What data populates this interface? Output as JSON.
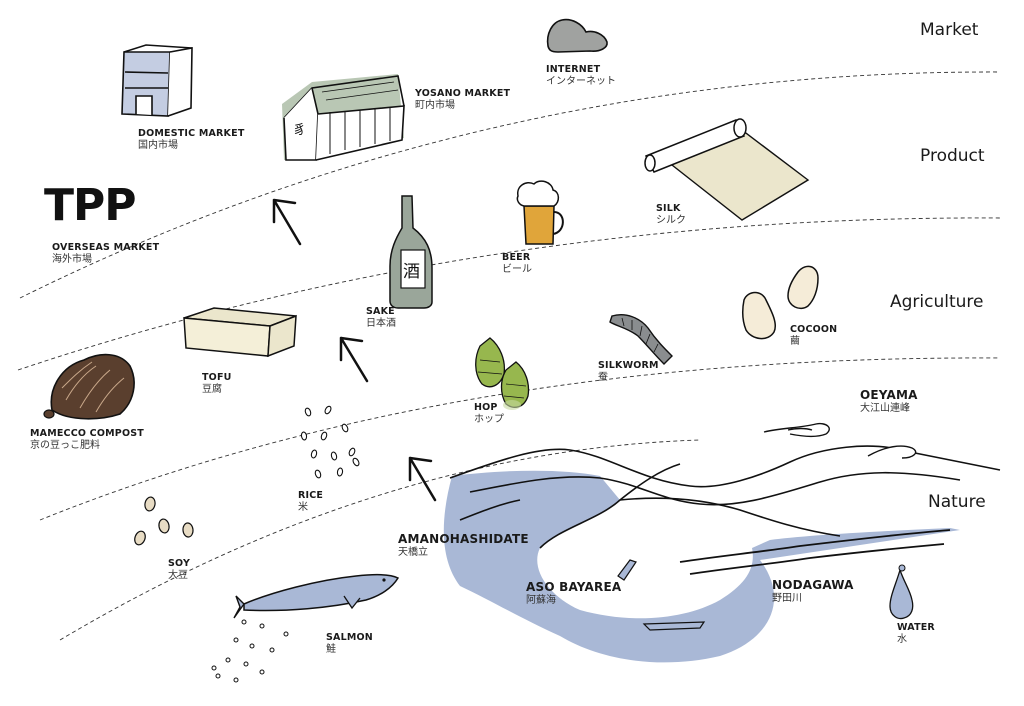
{
  "tiers": [
    "Market",
    "Product",
    "Agriculture",
    "Nature"
  ],
  "tpp_logo": "TPP",
  "items": [
    {
      "id": "internet",
      "en": "INTERNET",
      "jp": "インターネット"
    },
    {
      "id": "yosano",
      "en": "YOSANO MARKET",
      "jp": "町内市場"
    },
    {
      "id": "domestic",
      "en": "DOMESTIC MARKET",
      "jp": "国内市場"
    },
    {
      "id": "overseas",
      "en": "OVERSEAS MARKET",
      "jp": "海外市場"
    },
    {
      "id": "silk",
      "en": "SILK",
      "jp": "シルク"
    },
    {
      "id": "beer",
      "en": "BEER",
      "jp": "ビール"
    },
    {
      "id": "sake",
      "en": "SAKE",
      "jp": "日本酒"
    },
    {
      "id": "tofu",
      "en": "TOFU",
      "jp": "豆腐"
    },
    {
      "id": "compost",
      "en": "MAMECCO COMPOST",
      "jp": "京の豆っこ肥料"
    },
    {
      "id": "cocoon",
      "en": "COCOON",
      "jp": "繭"
    },
    {
      "id": "silkworm",
      "en": "SILKWORM",
      "jp": "蚕"
    },
    {
      "id": "hop",
      "en": "HOP",
      "jp": "ホップ"
    },
    {
      "id": "rice",
      "en": "RICE",
      "jp": "米"
    },
    {
      "id": "soy",
      "en": "SOY",
      "jp": "大豆"
    },
    {
      "id": "oeyama",
      "en": "OEYAMA",
      "jp": "大江山連峰"
    },
    {
      "id": "amanohashidate",
      "en": "AMANOHASHIDATE",
      "jp": "天橋立"
    },
    {
      "id": "aso",
      "en": "ASO BAYAREA",
      "jp": "阿蘇海"
    },
    {
      "id": "nodagawa",
      "en": "NODAGAWA",
      "jp": "野田川"
    },
    {
      "id": "water",
      "en": "WATER",
      "jp": "水"
    },
    {
      "id": "salmon",
      "en": "SALMON",
      "jp": "鮭"
    }
  ],
  "sake_label": "酒",
  "colors": {
    "blue": "#a9b8d6",
    "sage": "#b9c7b4",
    "cream": "#ebe6cc",
    "compost": "#5a3f2e",
    "beer": "#e0a53a",
    "hop": "#97b74e",
    "bottle": "#9aa69a",
    "gray": "#9fa39f"
  }
}
